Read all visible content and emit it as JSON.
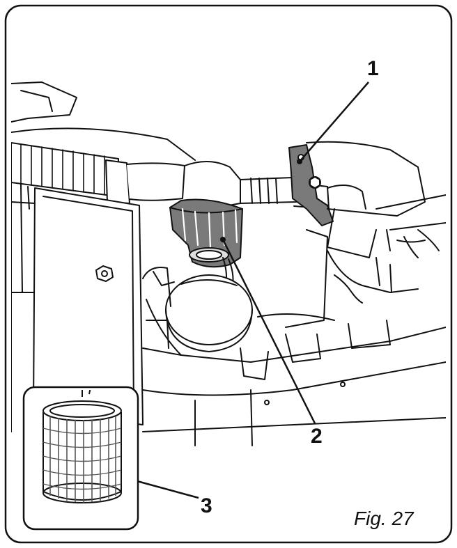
{
  "callouts": {
    "item_1": "1",
    "item_2": "2",
    "item_3": "3"
  },
  "figure_caption": "Fig. 27",
  "colors": {
    "line": "#111111",
    "part_fill": "#7a7a7a",
    "background": "#ffffff"
  }
}
